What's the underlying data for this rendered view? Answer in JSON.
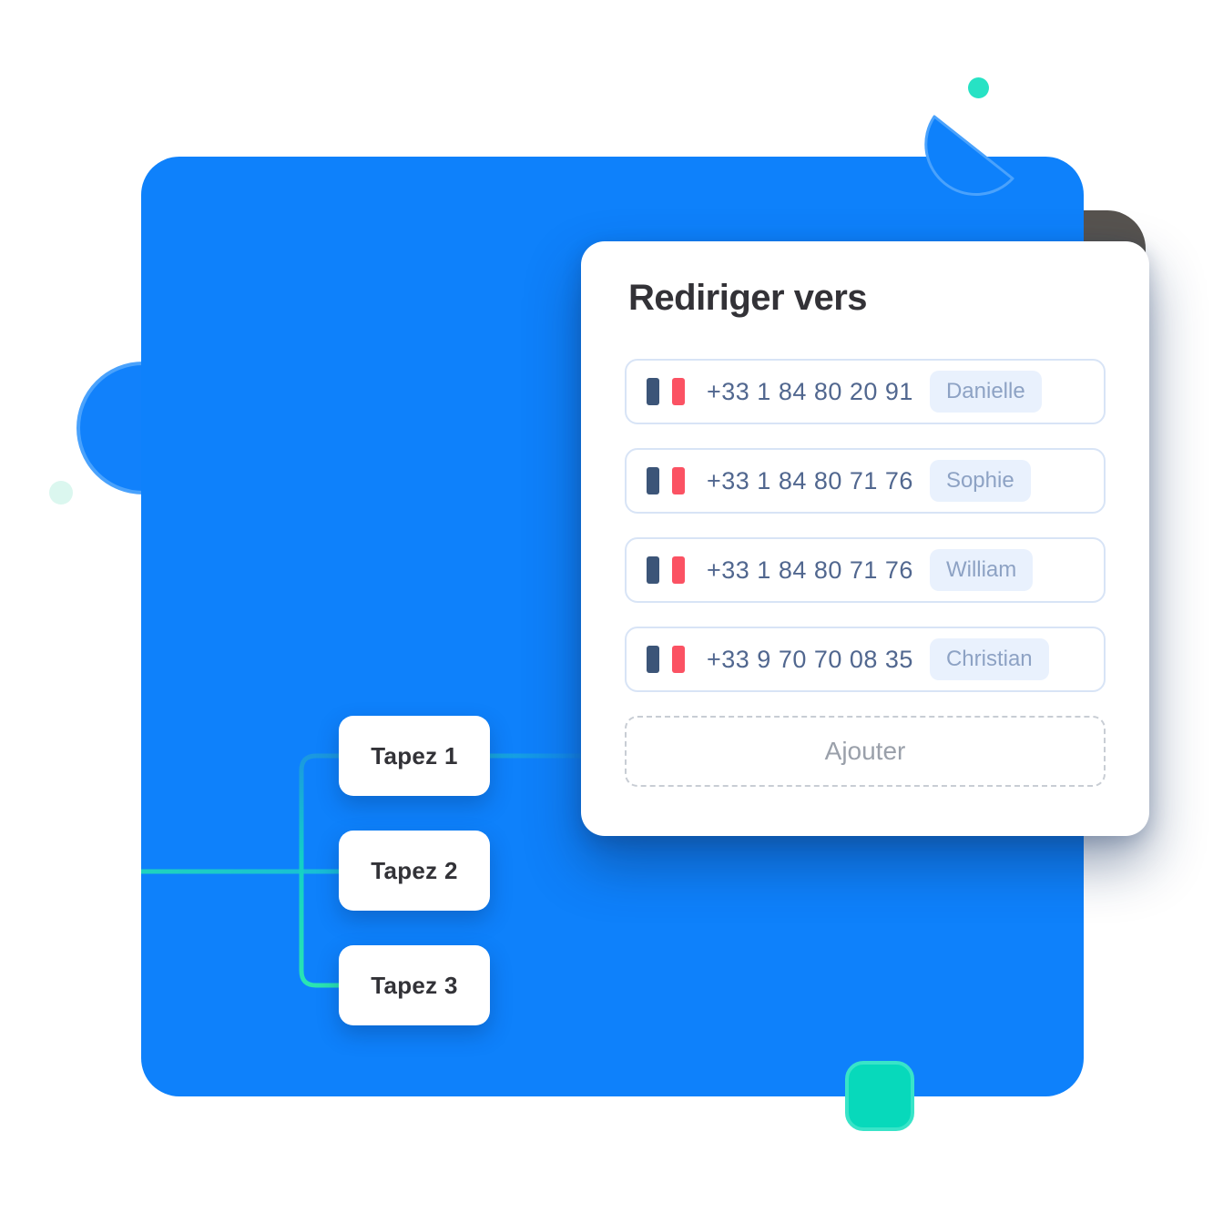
{
  "card": {
    "title": "Rediriger vers",
    "add_button_label": "Ajouter",
    "rows": [
      {
        "flag_icon": "france-flag-icon",
        "phone": "+33 1 84 80 20 91",
        "name": "Danielle"
      },
      {
        "flag_icon": "france-flag-icon",
        "phone": "+33 1 84 80 71 76",
        "name": "Sophie"
      },
      {
        "flag_icon": "france-flag-icon",
        "phone": "+33 1 84 80 71 76",
        "name": "William"
      },
      {
        "flag_icon": "france-flag-icon",
        "phone": "+33 9 70 70 08 35",
        "name": "Christian"
      }
    ]
  },
  "flow": {
    "nodes": [
      {
        "label": "Tapez 1"
      },
      {
        "label": "Tapez 2"
      },
      {
        "label": "Tapez 3"
      }
    ]
  },
  "colors": {
    "panel_blue": "#0e81fb",
    "teal_accent": "#14dfc2",
    "connector_teal": "#13cfc7",
    "connector_blue": "#1b98e0",
    "flag_blue": "#3c5578",
    "flag_red": "#fb5263",
    "phone_text": "#51678f",
    "chip_bg": "#e9f1fd",
    "chip_text": "#8da2c4",
    "dark_shape": "#57534f"
  }
}
